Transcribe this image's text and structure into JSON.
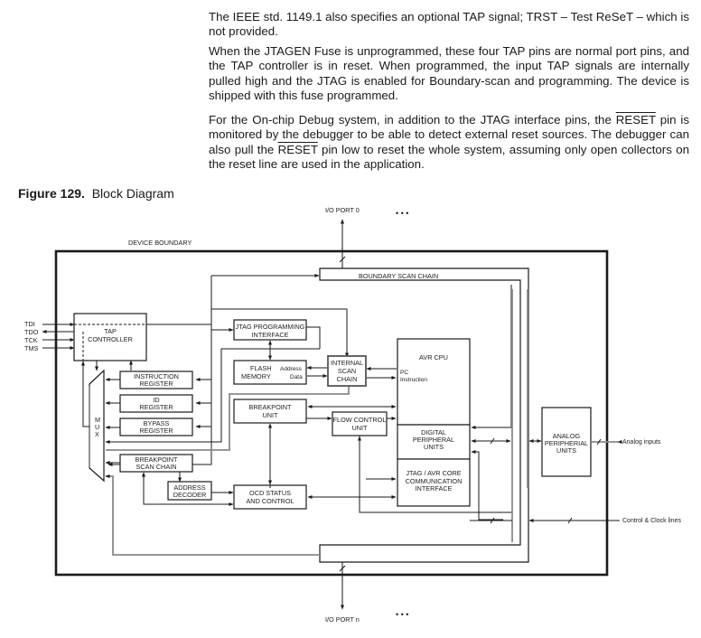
{
  "paragraphs": {
    "p1": "The IEEE std. 1149.1 also specifies an optional TAP signal; TRST – Test ReSeT – which is not provided.",
    "p2": "When the JTAGEN Fuse is unprogrammed, these four TAP pins are normal port pins, and the TAP controller is in reset. When programmed, the input TAP signals are internally pulled high and the JTAG is enabled for Boundary-scan and programming. The device is shipped with this fuse programmed.",
    "p3_a": "For the On-chip Debug system, in addition to the JTAG interface pins, the ",
    "p3_reset1": "RESET",
    "p3_b": " pin is monitored by the debugger to be able to detect external reset sources. The debugger can also pull the ",
    "p3_reset2": "RESET",
    "p3_c": " pin low to reset the whole system, assuming only open collectors on the reset line are used in the application."
  },
  "figure": {
    "number": "Figure 129.",
    "title": "Block Diagram"
  },
  "diagram": {
    "io_port_top": "I/O PORT 0",
    "io_port_bottom": "I/O PORT n",
    "ellipsis": "•        •        •",
    "device_boundary": "DEVICE BOUNDARY",
    "boundary_scan_chain": "BOUNDARY SCAN CHAIN",
    "pins": [
      "TDI",
      "TDO",
      "TCK",
      "TMS"
    ],
    "tap_controller": [
      "TAP",
      "CONTROLLER"
    ],
    "jtag_programming": [
      "JTAG PROGRAMMING",
      "INTERFACE"
    ],
    "flash_memory": [
      "FLASH",
      "MEMORY"
    ],
    "flash_address": "Address",
    "flash_data": "Data",
    "internal_scan_chain": [
      "INTERNAL",
      "SCAN",
      "CHAIN"
    ],
    "avr_cpu": "AVR CPU",
    "pc": "PC",
    "instruction": "Instruction",
    "instruction_register": [
      "INSTRUCTION",
      "REGISTER"
    ],
    "id_register": [
      "ID",
      "REGISTER"
    ],
    "bypass_register": [
      "BYPASS",
      "REGISTER"
    ],
    "mux": [
      "M",
      "U",
      "X"
    ],
    "breakpoint_unit": [
      "BREAKPOINT",
      "UNIT"
    ],
    "flow_control_unit": [
      "FLOW CONTROL",
      "UNIT"
    ],
    "digital_peripheral": [
      "DIGITAL",
      "PERIPHERAL",
      "UNITS"
    ],
    "jtag_avr_core": [
      "JTAG / AVR CORE",
      "COMMUNICATION",
      "INTERFACE"
    ],
    "breakpoint_scan_chain": [
      "BREAKPOINT",
      "SCAN CHAIN"
    ],
    "address_decoder": [
      "ADDRESS",
      "DECODER"
    ],
    "ocd_status": [
      "OCD STATUS",
      "AND CONTROL"
    ],
    "analog_peripheral": [
      "ANALOG",
      "PERIPHERIAL",
      "UNITS"
    ],
    "analog_inputs": "Analog inputs",
    "control_clock": "Control & Clock lines"
  }
}
